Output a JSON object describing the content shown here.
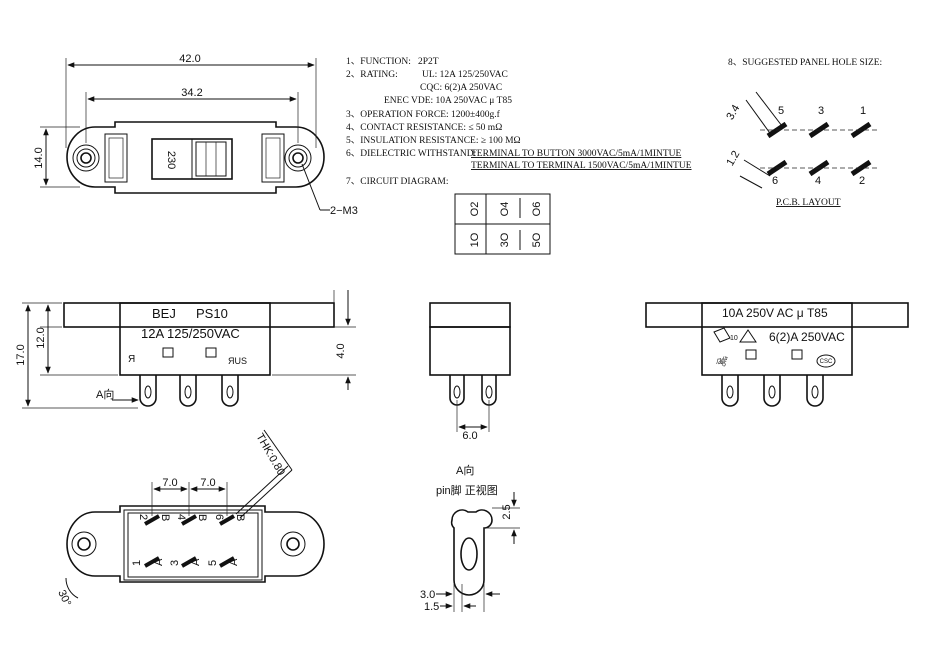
{
  "top_view": {
    "dim_overall": "42.0",
    "dim_holes": "34.2",
    "dim_height": "14.0",
    "screw_label": "2−M3",
    "window_text": "230"
  },
  "specs": {
    "l1_num": "1、FUNCTION:",
    "l1_val": "2P2T",
    "l2_num": "2、RATING:",
    "l2_ul": "UL: 12A 125/250VAC",
    "l2_cqc": "CQC: 6(2)A 250VAC",
    "l2_enec": "ENEC VDE: 10A 250VAC μ T85",
    "l3": "3、OPERATION FORCE: 1200±400g.f",
    "l4": "4、CONTACT RESISTANCE: ≤ 50 mΩ",
    "l5": "5、INSULATION RESISTANCE: ≥ 100 MΩ",
    "l6_num": "6、DIELECTRIC WITHSTAND:",
    "l6_a": "TERMINAL TO BUTTON 3000VAC/5mA/1MINTUE",
    "l6_b": "TERMINAL TO TERMINAL 1500VAC/5mA/1MINTUE",
    "l7": "7、CIRCUIT DIAGRAM:"
  },
  "circuit": {
    "top_labels": [
      "O2",
      "O4",
      "O6"
    ],
    "bottom_labels": [
      "1O",
      "3O",
      "5O"
    ]
  },
  "pcb": {
    "title": "8、SUGGESTED PANEL HOLE SIZE:",
    "dim_a": "3.4",
    "dim_b": "1.2",
    "top_nums": [
      "5",
      "3",
      "1"
    ],
    "bottom_nums": [
      "6",
      "4",
      "2"
    ],
    "layout_label": "P.C.B. LAYOUT"
  },
  "front_view": {
    "brand": "BEJ",
    "model": "PS10",
    "rating": "12A 125/250VAC",
    "dim_17": "17.0",
    "dim_12": "12.0",
    "dim_4": "4.0",
    "arrow_label": "A向"
  },
  "side_view": {
    "dim_6": "6.0"
  },
  "back_view": {
    "rating": "10A 250V AC μ T85",
    "cqc_rating": "6(2)A 250VAC",
    "csc_mark": "CSC",
    "ten_mark": "10"
  },
  "bottom_view": {
    "dim_7a": "7.0",
    "dim_7b": "7.0",
    "thk_label": "THK:0.80",
    "angle_label": "30°",
    "pin_top": [
      "2",
      "4",
      "6"
    ],
    "pin_top_b": [
      "B",
      "B",
      "B"
    ],
    "pin_bottom": [
      "1",
      "3",
      "5"
    ],
    "pin_bottom_a": [
      "A",
      "A",
      "A"
    ]
  },
  "pin_detail": {
    "title1": "A向",
    "title2": "pin脚  正视图",
    "dim_25": "2.5",
    "dim_30": "3.0",
    "dim_15": "1.5"
  }
}
